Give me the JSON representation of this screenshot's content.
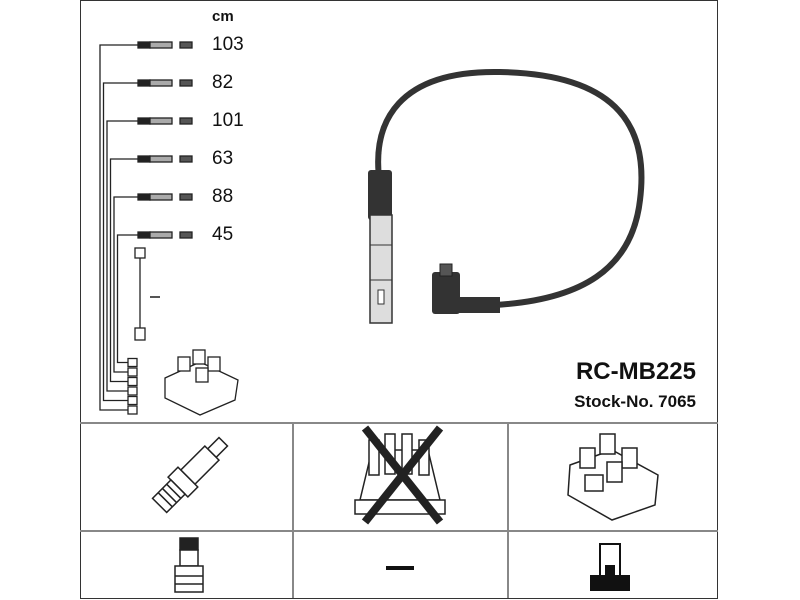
{
  "product": {
    "model": "RC-MB225",
    "stock_label": "Stock-No. 7065"
  },
  "leads": {
    "unit": "cm",
    "lengths": [
      "103",
      "82",
      "101",
      "63",
      "88",
      "45"
    ],
    "coil_lead_length": "–"
  },
  "compatibility": {
    "spark_plug": "spark-plug-icon",
    "distributor_cap": "distributor-cap-crossed-icon",
    "ignition_coil": "ignition-coil-icon",
    "plug_connector": "straight-plug-connector-icon",
    "distributor_connector": "–",
    "coil_connector": "coil-connector-icon"
  }
}
